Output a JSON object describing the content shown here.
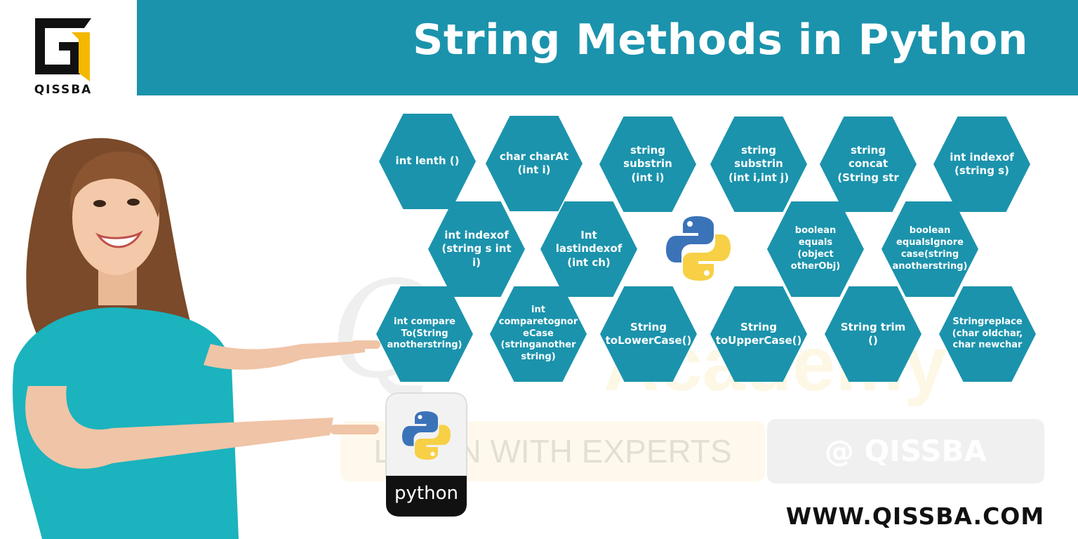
{
  "header": {
    "title": "String Methods in Python"
  },
  "logo": {
    "icon": "qissba-g-logo-icon",
    "text": "QISSBA",
    "colors": {
      "black": "#111111",
      "yellow": "#f5b800"
    }
  },
  "colors": {
    "teal": "#1b93ac",
    "white": "#ffffff"
  },
  "methods": [
    "int lenth ()",
    "char charAt (int i)",
    "string substrin (int i)",
    "string substrin (int i,int j)",
    "string concat (String str",
    "int indexof (string s)",
    "int indexof (string s int i)",
    "Int lastindexof (int ch)",
    "boolean equals (object otherObj)",
    "boolean equalsIgnore case(string anotherstring)",
    "int compare To(String anotherstring)",
    "int comparetognor eCase (stringanother string)",
    "String toLowerCase()",
    "String toUpperCase()",
    "String trim ()",
    "Stringreplace (char oldchar, char newchar"
  ],
  "watermark": {
    "academy": "Academy",
    "learn": "LEARN WITH EXPERTS",
    "handle": "@ QISSBA"
  },
  "badge": {
    "text": "python",
    "icon": "python-logo-icon"
  },
  "footer": {
    "website": "WWW.QISSBA.COM"
  }
}
